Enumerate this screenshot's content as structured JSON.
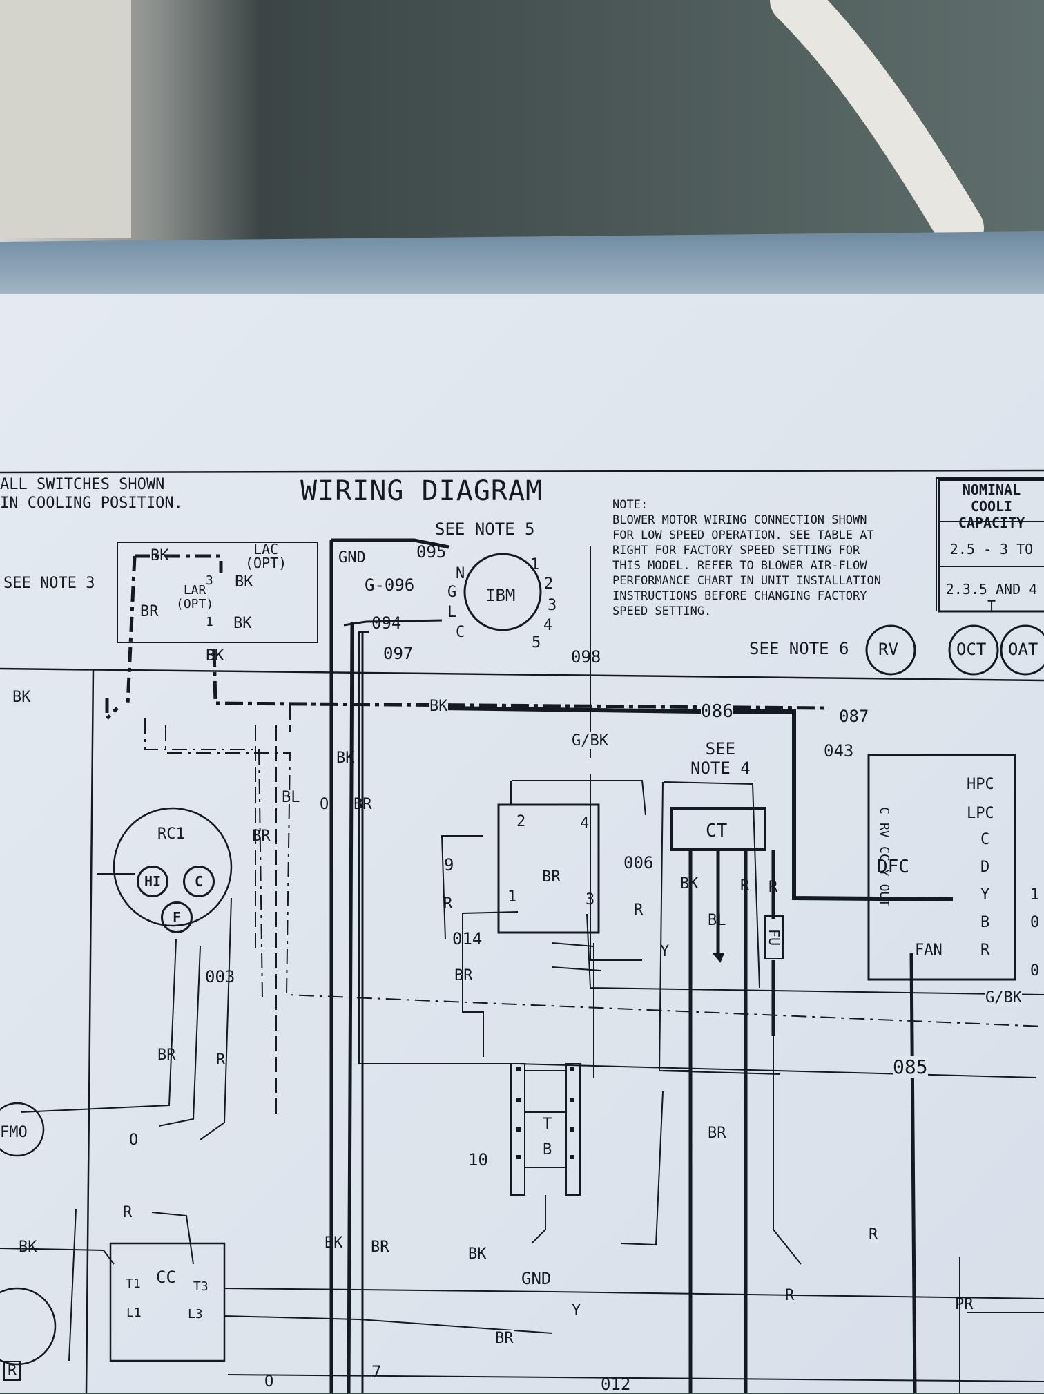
{
  "header": {
    "switch_note": [
      "ALL SWITCHES SHOWN",
      "IN COOLING POSITION."
    ],
    "title": "WIRING DIAGRAM",
    "note_title": "NOTE:",
    "note_lines": [
      "BLOWER MOTOR WIRING CONNECTION SHOWN",
      "FOR LOW SPEED OPERATION. SEE TABLE AT",
      "RIGHT FOR FACTORY SPEED SETTING FOR",
      "THIS MODEL. REFER TO BLOWER AIR-FLOW",
      "PERFORMANCE CHART IN UNIT INSTALLATION",
      "INSTRUCTIONS BEFORE CHANGING FACTORY",
      "SPEED SETTING."
    ],
    "capacity_table": {
      "header": [
        "NOMINAL COOLI",
        "CAPACITY"
      ],
      "rows": [
        "2.5 - 3 TO",
        "2.3.5 AND 4 T"
      ]
    }
  },
  "see_notes": {
    "note3": "SEE NOTE 3",
    "note5": "SEE NOTE 5",
    "note6": "SEE NOTE 6",
    "note4": [
      "SEE",
      "NOTE 4"
    ]
  },
  "components": {
    "ibm": "IBM",
    "ibm_terminals": [
      "N",
      "G",
      "L",
      "C"
    ],
    "ibm_speeds": [
      "1",
      "2",
      "3",
      "4",
      "5"
    ],
    "lac": [
      "LAC",
      "(OPT)"
    ],
    "lar": [
      "LAR",
      "(OPT)"
    ],
    "lar_pins": [
      "3",
      "1"
    ],
    "gnd": "GND",
    "rc1": "RC1",
    "rc1_terms": [
      "HI",
      "C",
      "F"
    ],
    "fmo": "FMO",
    "cc": "CC",
    "cc_terms": [
      "T1",
      "T3",
      "L1",
      "L3"
    ],
    "br_relay": "BR",
    "br_pins": [
      "2",
      "4",
      "1",
      "3"
    ],
    "ct": "CT",
    "fu": "FU",
    "tb": [
      "T",
      "B"
    ],
    "gnd_bottom": "GND",
    "dfc": "DFC",
    "dfc_fan": "FAN",
    "dfc_top_pins": [
      "C",
      "RV",
      "CC",
      "Y OUT"
    ],
    "dfc_right_pins": [
      "HPC",
      "LPC",
      "C",
      "D",
      "Y",
      "B",
      "R"
    ],
    "dfc_edge": [
      "1",
      "0",
      "0"
    ],
    "circles": [
      "RV",
      "OCT",
      "OAT"
    ],
    "r_bottom": "R"
  },
  "wires": {
    "w095": "095",
    "w096": "G-096",
    "w094": "094",
    "w097": "097",
    "w098": "098",
    "w086": "086",
    "w087": "087",
    "w043": "043",
    "w006": "006",
    "w014": "014",
    "w003": "003",
    "w085": "085",
    "w9": "9",
    "w10": "10",
    "w7": "7",
    "w012": "012",
    "bk": "BK",
    "br": "BR",
    "bl": "BL",
    "o": "O",
    "r": "R",
    "y": "Y",
    "gbk": "G/BK",
    "pr": "PR"
  },
  "colors": {
    "paper": "#dfe7ee",
    "ink": "#151a22",
    "frame": "#7f99ad"
  }
}
